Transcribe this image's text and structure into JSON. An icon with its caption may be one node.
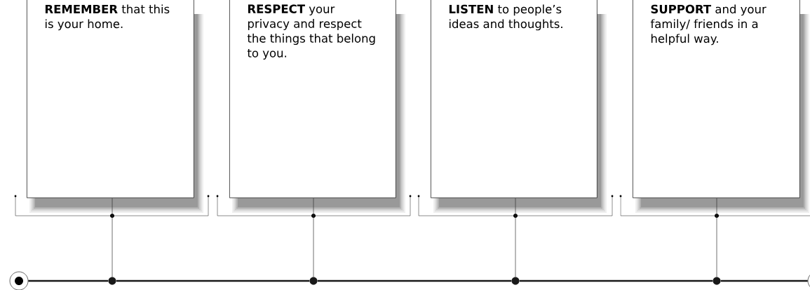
{
  "diagram": {
    "nodes": [
      {
        "text": [
          "**REMEMBER** that this is your home."
        ]
      },
      {
        "text": [
          "**RESPECT** your privacy and respect the things that belong to you."
        ]
      },
      {
        "text": [
          "**LISTEN** to people’s ideas and thoughts."
        ]
      },
      {
        "text": [
          "**SUPPORT** and your family/ friends in a helpful way."
        ]
      },
      {
        "text": [],
        "shape": "ring"
      },
      {
        "text": [],
        "shape": "circle"
      },
      {
        "text": [],
        "shape": "circle"
      },
      {
        "text": [],
        "shape": "circle"
      },
      {
        "text": [],
        "shape": "circle"
      },
      {
        "text": [],
        "shape": "ring"
      }
    ],
    "edges": [
      {
        "from": 0,
        "to": 5,
        "arrow": "none"
      },
      {
        "from": 1,
        "to": 6,
        "arrow": "none"
      },
      {
        "from": 2,
        "to": 7,
        "arrow": "none"
      },
      {
        "from": 3,
        "to": 8,
        "arrow": "none"
      },
      {
        "from": 4,
        "to": 5,
        "arrow": "none"
      },
      {
        "from": 5,
        "to": 6,
        "arrow": "none"
      },
      {
        "from": 6,
        "to": 7,
        "arrow": "none"
      },
      {
        "from": 7,
        "to": 8,
        "arrow": "none"
      },
      {
        "from": 8,
        "to": 9,
        "arrow": "none"
      }
    ]
  }
}
